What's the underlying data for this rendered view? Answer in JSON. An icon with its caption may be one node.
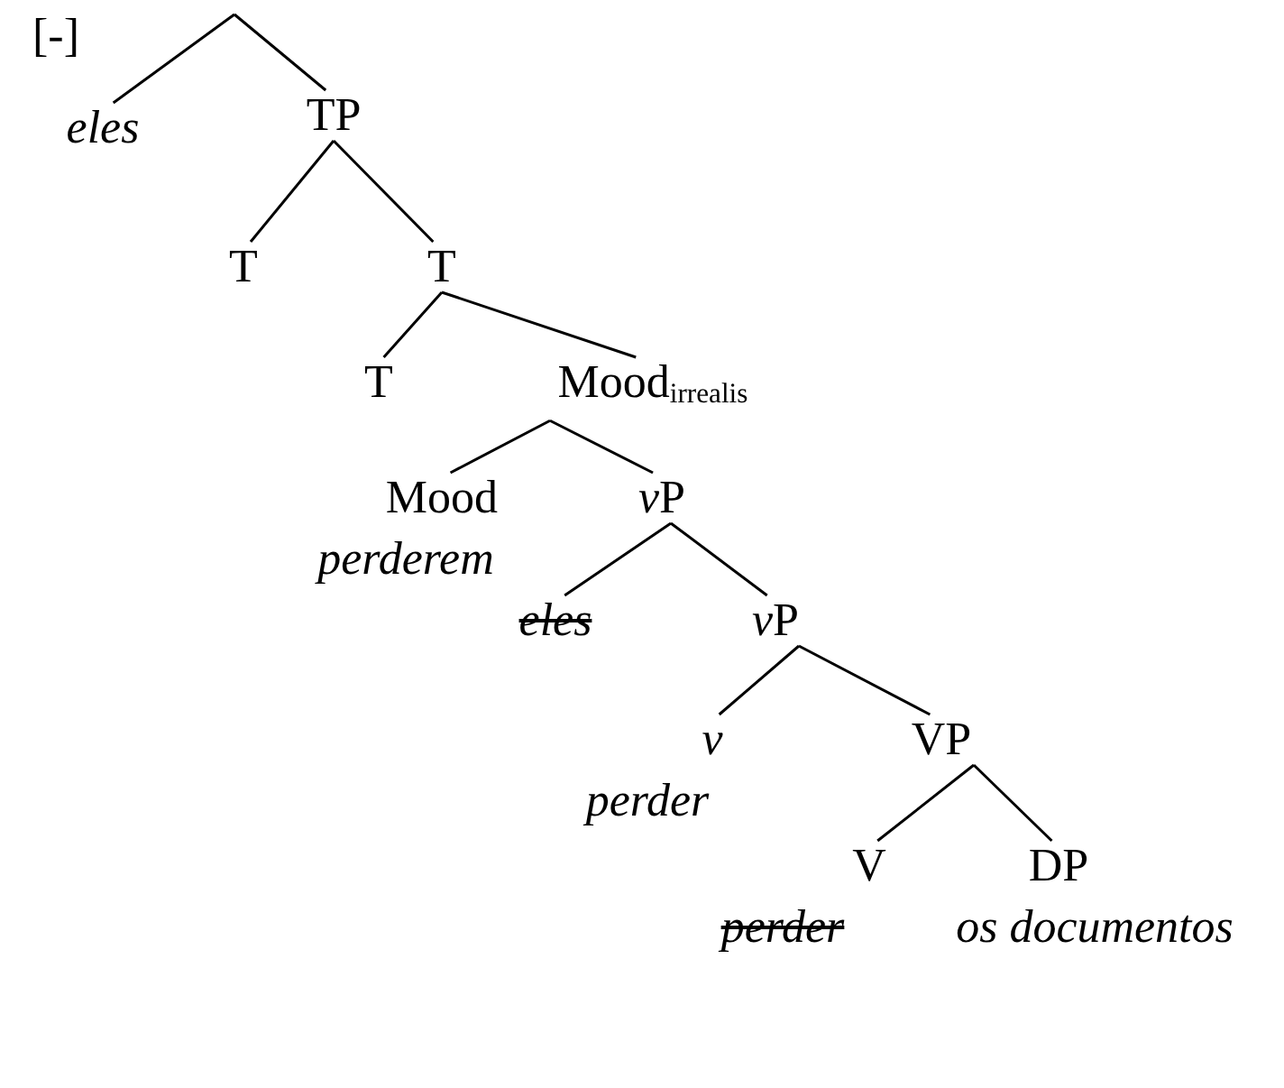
{
  "diagram": {
    "nodes": [
      {
        "text": [
          "eles"
        ]
      },
      {
        "text": [
          "TP"
        ]
      },
      {
        "text": [
          "T"
        ]
      },
      {
        "text": [
          "T"
        ]
      },
      {
        "text": [
          "T"
        ]
      },
      {
        "text": [
          "Mood$_{irrealis}$"
        ]
      },
      {
        "text": [
          "Mood",
          "perderem"
        ]
      },
      {
        "text": [
          "vP"
        ]
      },
      {
        "text": [
          "eles"
        ]
      },
      {
        "text": [
          "vP"
        ]
      },
      {
        "text": [
          "v",
          "perder"
        ]
      },
      {
        "text": [
          "VP"
        ]
      },
      {
        "text": [
          "V",
          "perder"
        ]
      },
      {
        "text": [
          "DP",
          "os documentos"
        ]
      }
    ],
    "edges": [
      {
        "from": null,
        "to": 0,
        "arrow": "none"
      },
      {
        "from": null,
        "to": 1,
        "arrow": "none"
      },
      {
        "from": 1,
        "to": 2,
        "arrow": "none"
      },
      {
        "from": 1,
        "to": 3,
        "arrow": "none"
      },
      {
        "from": 3,
        "to": 4,
        "arrow": "none"
      },
      {
        "from": 3,
        "to": 5,
        "arrow": "none"
      },
      {
        "from": 5,
        "to": 6,
        "arrow": "none"
      },
      {
        "from": 5,
        "to": 7,
        "arrow": "none"
      },
      {
        "from": 7,
        "to": 8,
        "arrow": "none"
      },
      {
        "from": 7,
        "to": 9,
        "arrow": "none"
      },
      {
        "from": 9,
        "to": 10,
        "arrow": "none"
      },
      {
        "from": 9,
        "to": 11,
        "arrow": "none"
      },
      {
        "from": 11,
        "to": 12,
        "arrow": "none"
      },
      {
        "from": 11,
        "to": 13,
        "arrow": "none"
      }
    ],
    "labels": [
      "[-]"
    ]
  }
}
